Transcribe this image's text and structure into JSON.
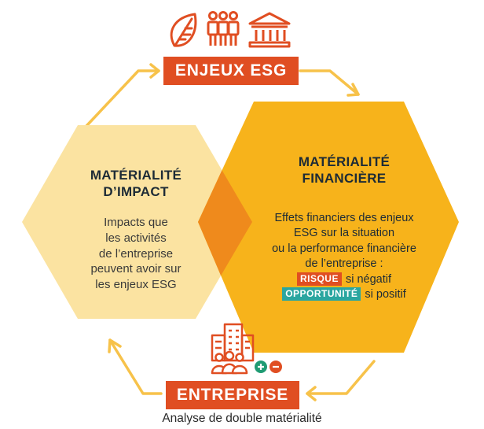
{
  "top_label": "ENJEUX ESG",
  "bottom_label": "ENTREPRISE",
  "impact": {
    "title_line1": "MATÉRIALITÉ",
    "title_line2": "D’IMPACT",
    "body": [
      "Impacts que",
      "les activités",
      "de l’entreprise",
      "peuvent avoir sur",
      "les enjeux ESG"
    ]
  },
  "financial": {
    "title_line1": "MATÉRIALITÉ",
    "title_line2": "FINANCIÈRE",
    "body": [
      "Effets financiers des enjeux",
      "ESG sur la situation",
      "ou la performance financière",
      "de l’entreprise :"
    ],
    "risk_tag": "RISQUE",
    "risk_text": "si négatif",
    "opportunity_tag": "OPPORTUNITÉ",
    "opportunity_text": "si positif"
  },
  "caption": "Analyse de double matérialité",
  "icons": {
    "top": [
      "leaf-icon",
      "people-group-icon",
      "institution-building-icon"
    ],
    "bottom": [
      "office-building-icon",
      "people-icon",
      "plus-icon",
      "minus-icon"
    ]
  },
  "colors": {
    "impact_hex": "#fbe3a1",
    "financial_hex": "#f7b31b",
    "overlap": "#ef8a1c",
    "accent": "#e04e22",
    "arrow": "#f7c24a",
    "opportunity": "#2aa6a0",
    "plus": "#1f9b73"
  }
}
